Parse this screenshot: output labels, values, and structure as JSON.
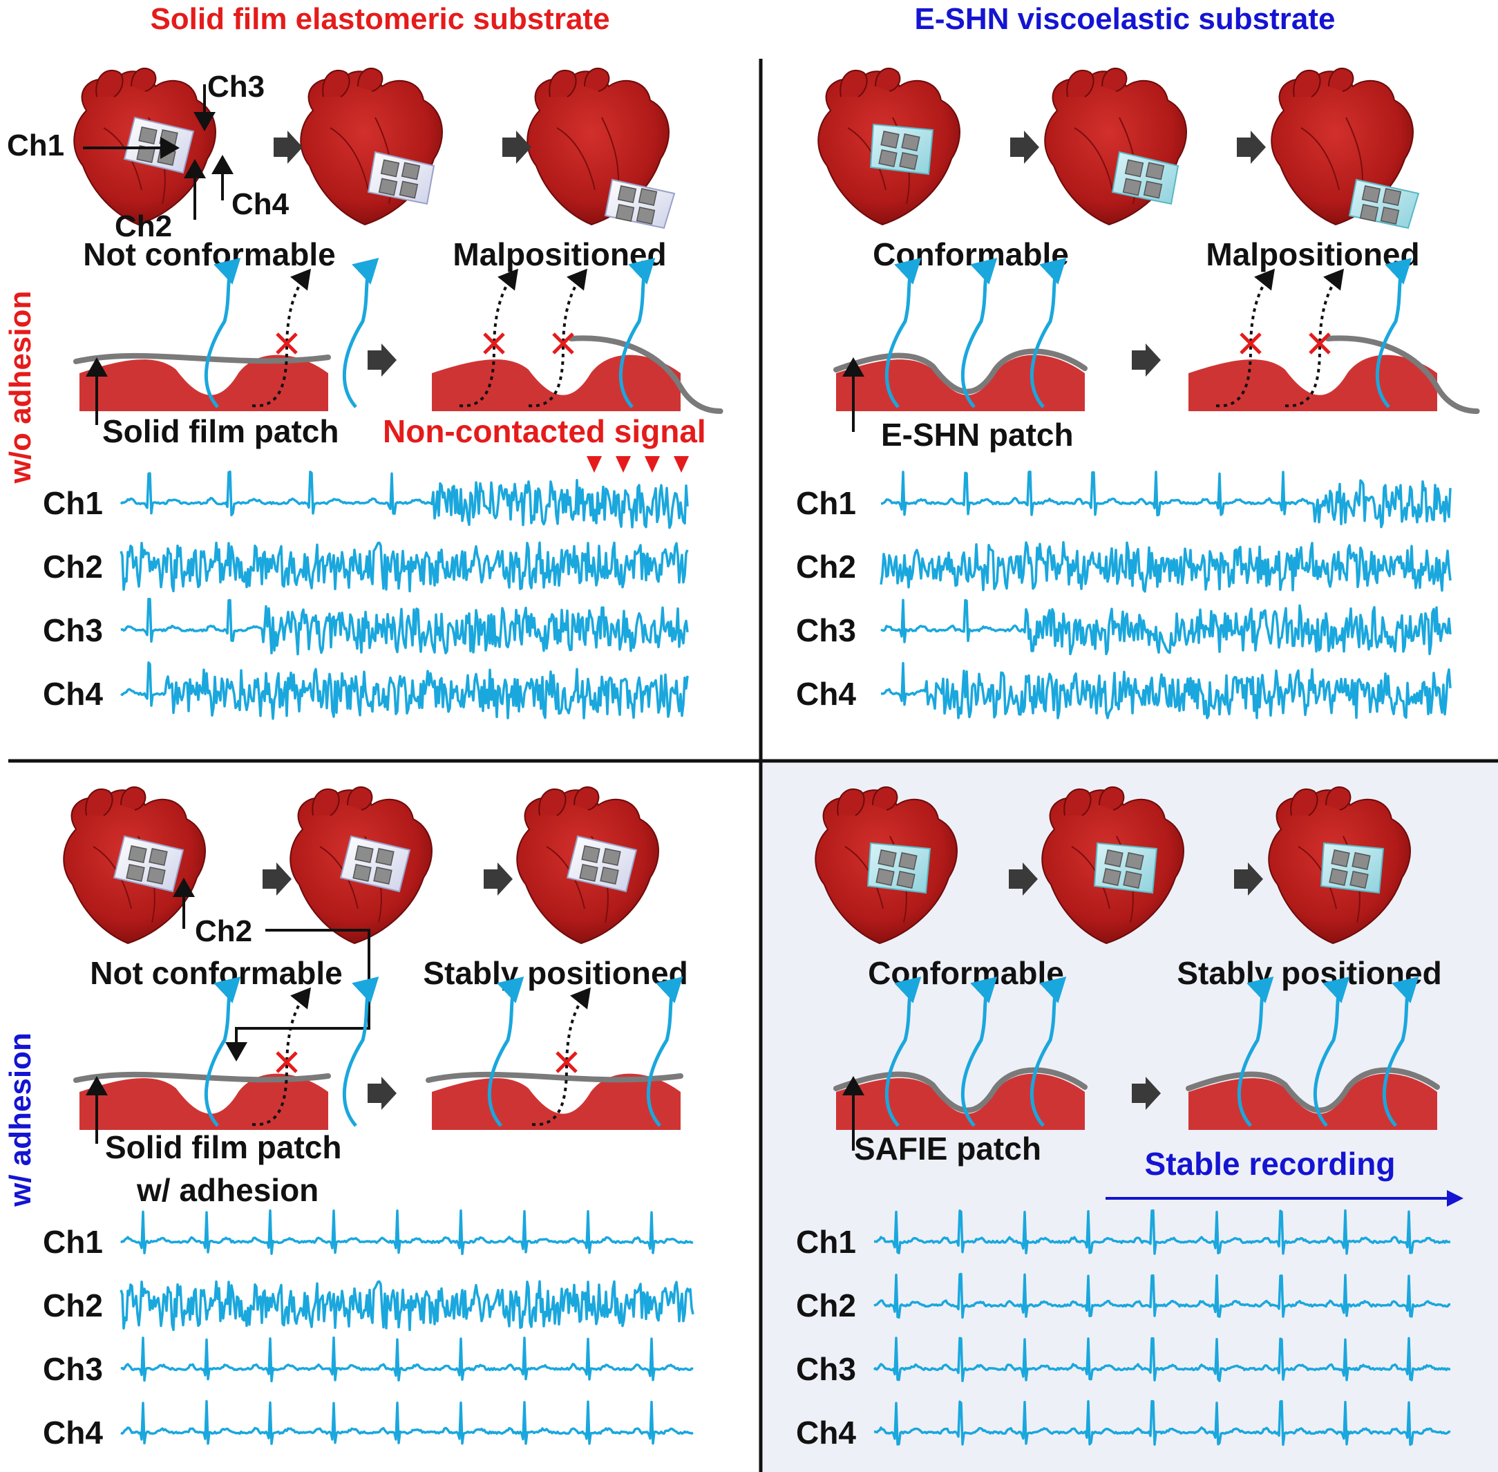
{
  "headers": {
    "left": "Solid film elastomeric substrate",
    "right": "E-SHN viscoelastic substrate"
  },
  "row_labels": {
    "top": "w/o adhesion",
    "bottom": "w/ adhesion"
  },
  "colors": {
    "red_text": "#e51b1b",
    "blue_text": "#1414d2",
    "signal": "#1aa7dd",
    "tissue": "#cf3434",
    "patch_gray": "#7a7a7a",
    "highlight_bg": "#eef0f7"
  },
  "panels": {
    "tl": {
      "status_left": "Not conformable",
      "status_right": "Malpositioned",
      "patch_label": "Solid film patch",
      "note": "Non-contacted signal",
      "channel_callouts": [
        "Ch1",
        "Ch2",
        "Ch3",
        "Ch4"
      ]
    },
    "tr": {
      "status_left": "Conformable",
      "status_right": "Malpositioned",
      "patch_label": "E-SHN patch"
    },
    "bl": {
      "status_left": "Not conformable",
      "status_right": "Stably positioned",
      "patch_label_line1": "Solid film patch",
      "patch_label_line2": "w/ adhesion",
      "channel_callout": "Ch2"
    },
    "br": {
      "status_left": "Conformable",
      "status_right": "Stably positioned",
      "patch_label": "SAFIE patch",
      "note": "Stable recording"
    }
  },
  "channels": [
    "Ch1",
    "Ch2",
    "Ch3",
    "Ch4"
  ]
}
